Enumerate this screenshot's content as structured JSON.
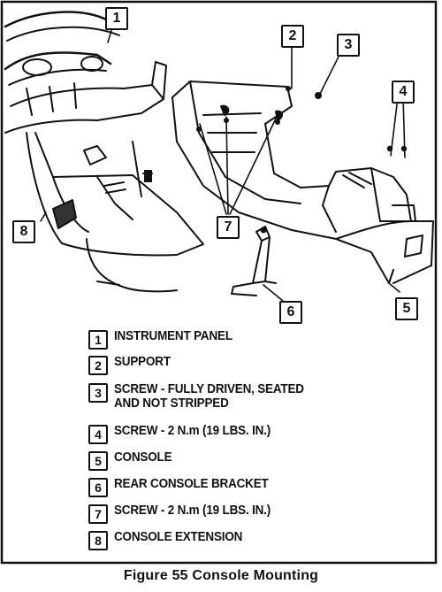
{
  "figure": {
    "caption": "Figure 55 Console Mounting"
  },
  "callouts": {
    "c1": "1",
    "c2": "2",
    "c3": "3",
    "c4": "4",
    "c5": "5",
    "c6": "6",
    "c7": "7",
    "c8": "8"
  },
  "legend": [
    {
      "num": "1",
      "text": "INSTRUMENT PANEL"
    },
    {
      "num": "2",
      "text": "SUPPORT"
    },
    {
      "num": "3",
      "text": "SCREW - FULLY DRIVEN, SEATED\nAND NOT STRIPPED"
    },
    {
      "num": "4",
      "text": "SCREW - 2 N.m (19 LBS. IN.)"
    },
    {
      "num": "5",
      "text": "CONSOLE"
    },
    {
      "num": "6",
      "text": "REAR CONSOLE BRACKET"
    },
    {
      "num": "7",
      "text": "SCREW - 2 N.m (19 LBS. IN.)"
    },
    {
      "num": "8",
      "text": "CONSOLE EXTENSION"
    }
  ]
}
